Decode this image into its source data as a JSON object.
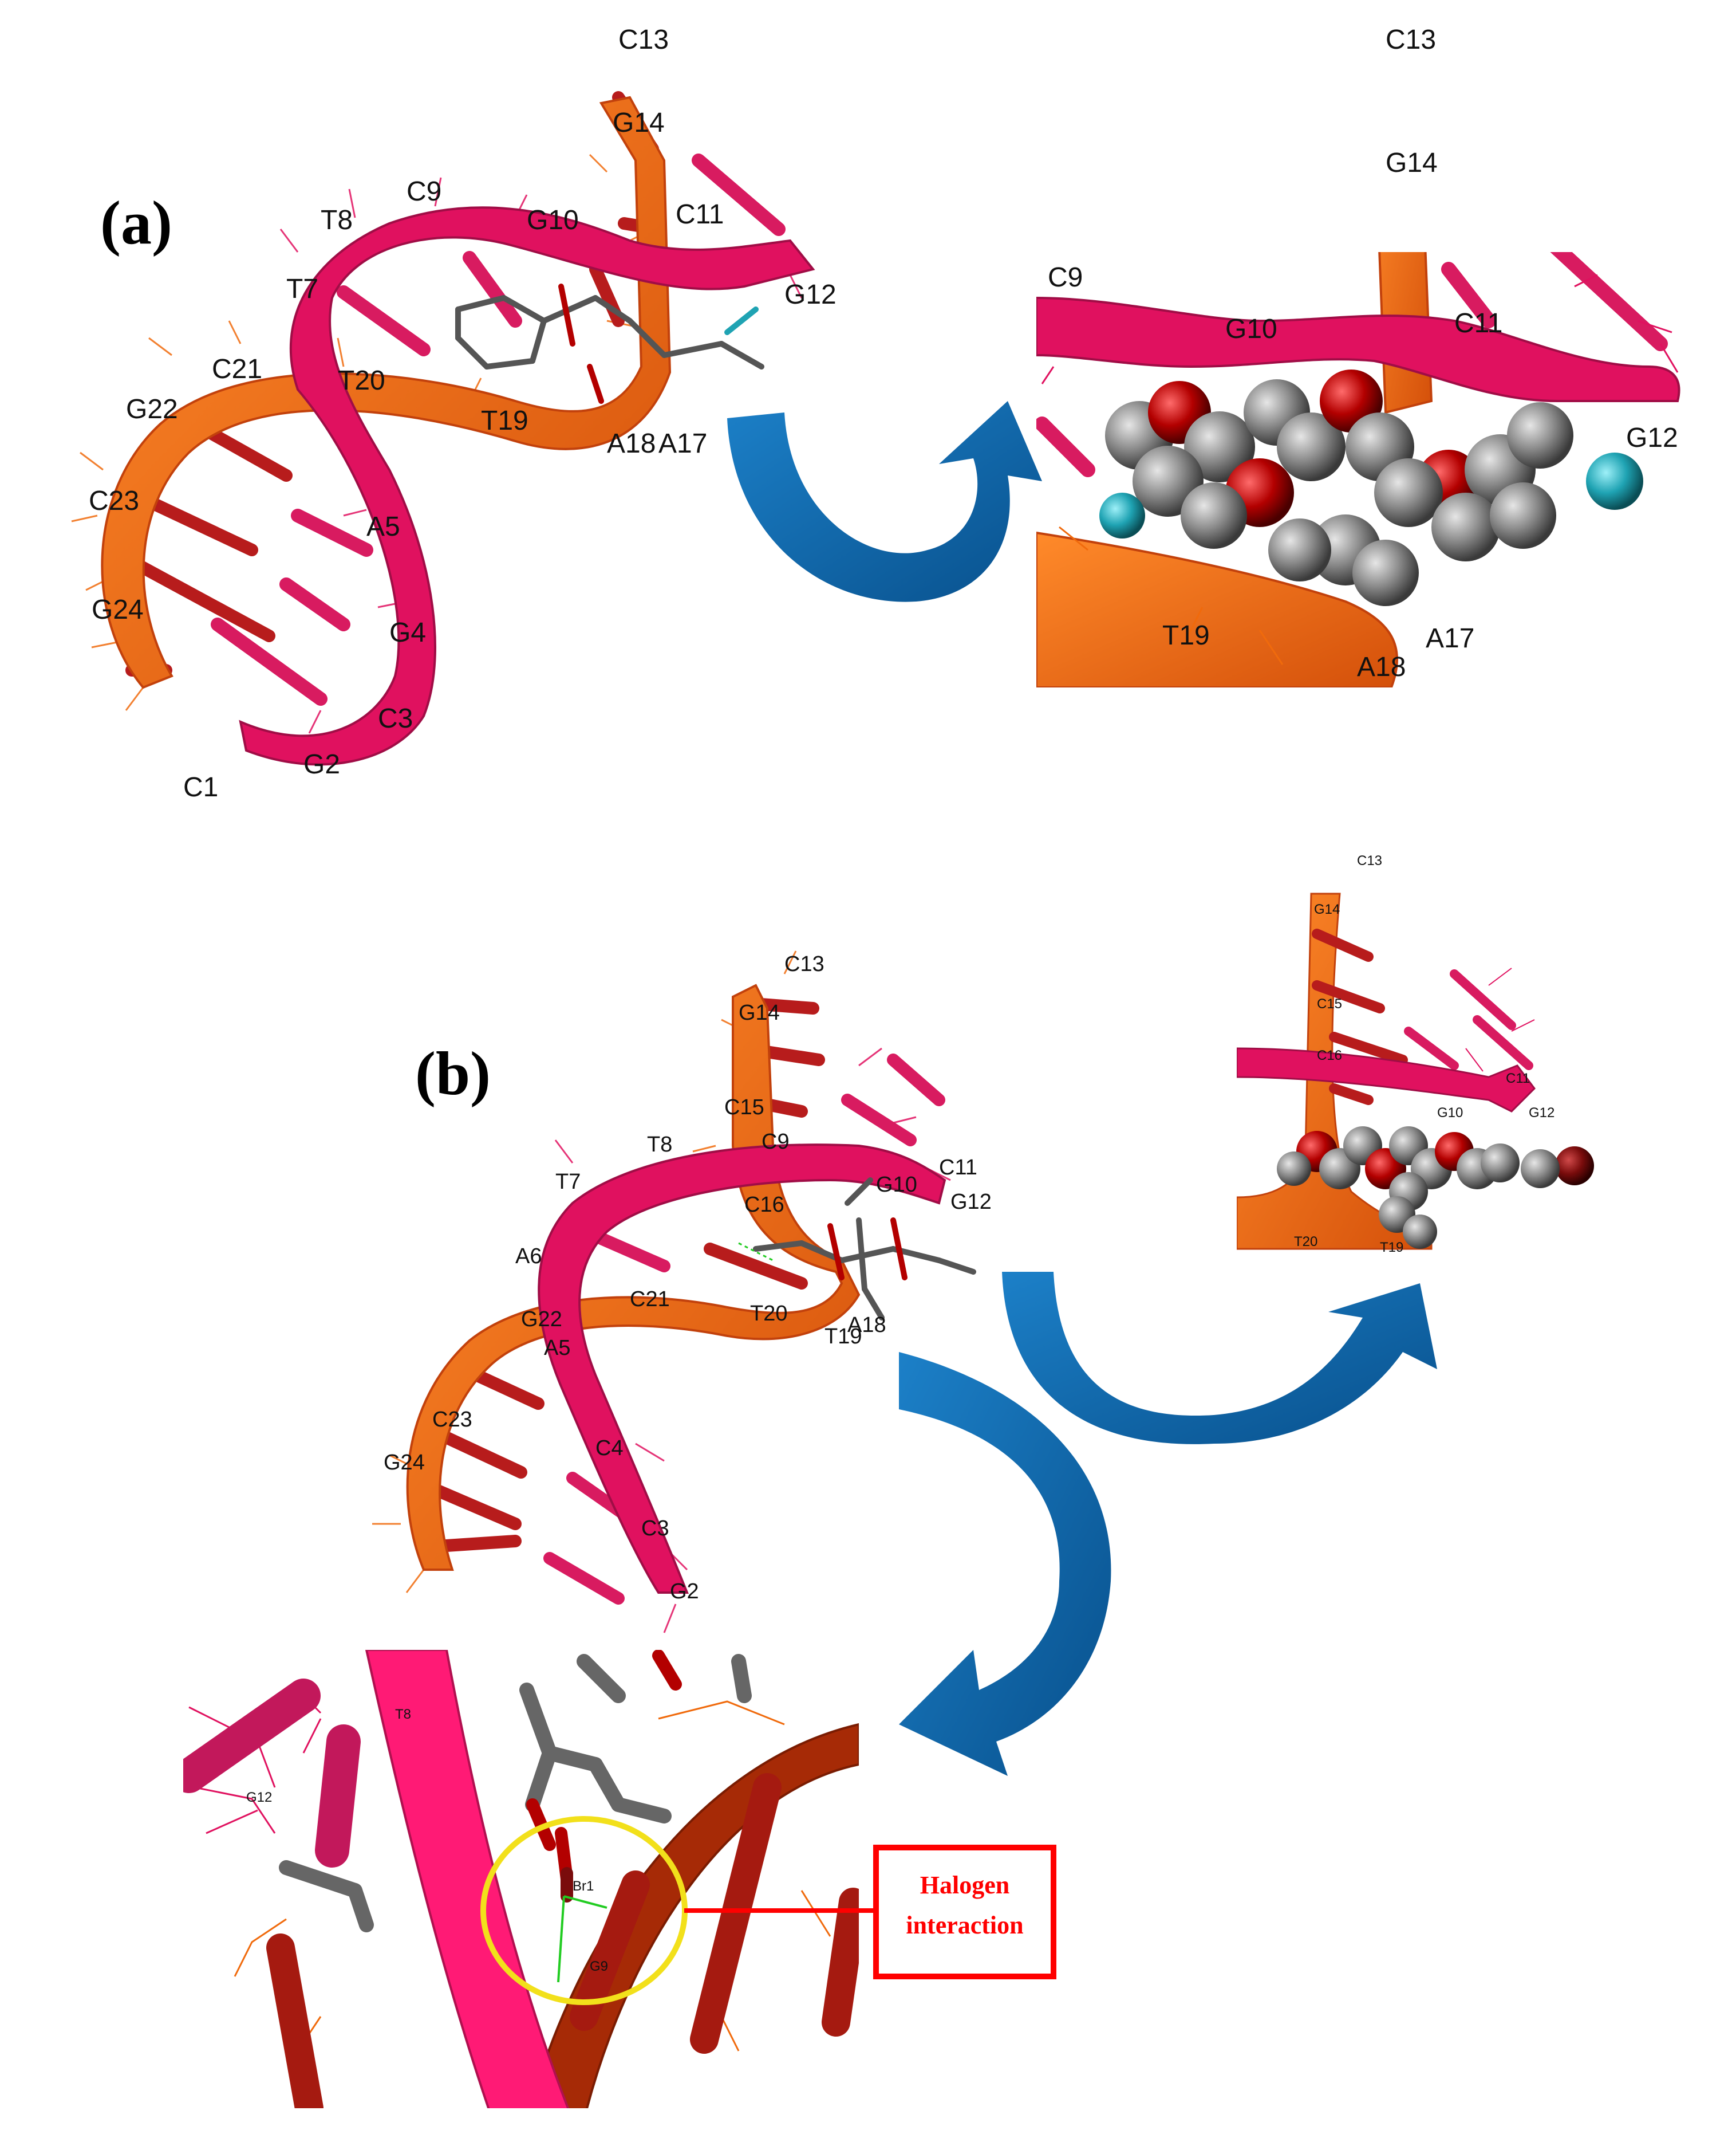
{
  "panels": {
    "a": {
      "letter": "(a)",
      "main_labels": [
        "C13",
        "G14",
        "C9",
        "T8",
        "G10",
        "C11",
        "G12",
        "T7",
        "C21",
        "T20",
        "G22",
        "T19",
        "A18",
        "A17",
        "C23",
        "A5",
        "G24",
        "G4",
        "C3",
        "C1",
        "G2"
      ],
      "zoom_labels": [
        "C13",
        "G14",
        "C9",
        "G10",
        "C11",
        "G12",
        "T19",
        "A17",
        "A18"
      ]
    },
    "b": {
      "letter": "(b)",
      "main_labels": [
        "C13",
        "G14",
        "C15",
        "T8",
        "C9",
        "C11",
        "G10",
        "G12",
        "T7",
        "C16",
        "A6",
        "C21",
        "T20",
        "G22",
        "A18",
        "T19",
        "A5",
        "C23",
        "C4",
        "G24",
        "C3",
        "G2"
      ],
      "zoom_labels": [
        "C13",
        "G14",
        "C15",
        "C16",
        "C11",
        "G10",
        "G12",
        "T20",
        "T19"
      ],
      "interaction_labels": [
        "T8",
        "G12",
        "Br1",
        "G9"
      ]
    }
  },
  "callout": {
    "line1": "Halogen",
    "line2": "interaction"
  },
  "colors": {
    "strand_pink": "#e0115f",
    "strand_orange": "#f06a0c",
    "base_red": "#b71c1c",
    "arrow_blue": "#0a64a8",
    "ligand_gray": "#808080",
    "ligand_red": "#b30000",
    "fluorine_cyan": "#1fa3b3",
    "bromine": "#7a0c0c",
    "highlight_yellow": "#f2e01b",
    "callout_red": "#ff0000"
  }
}
